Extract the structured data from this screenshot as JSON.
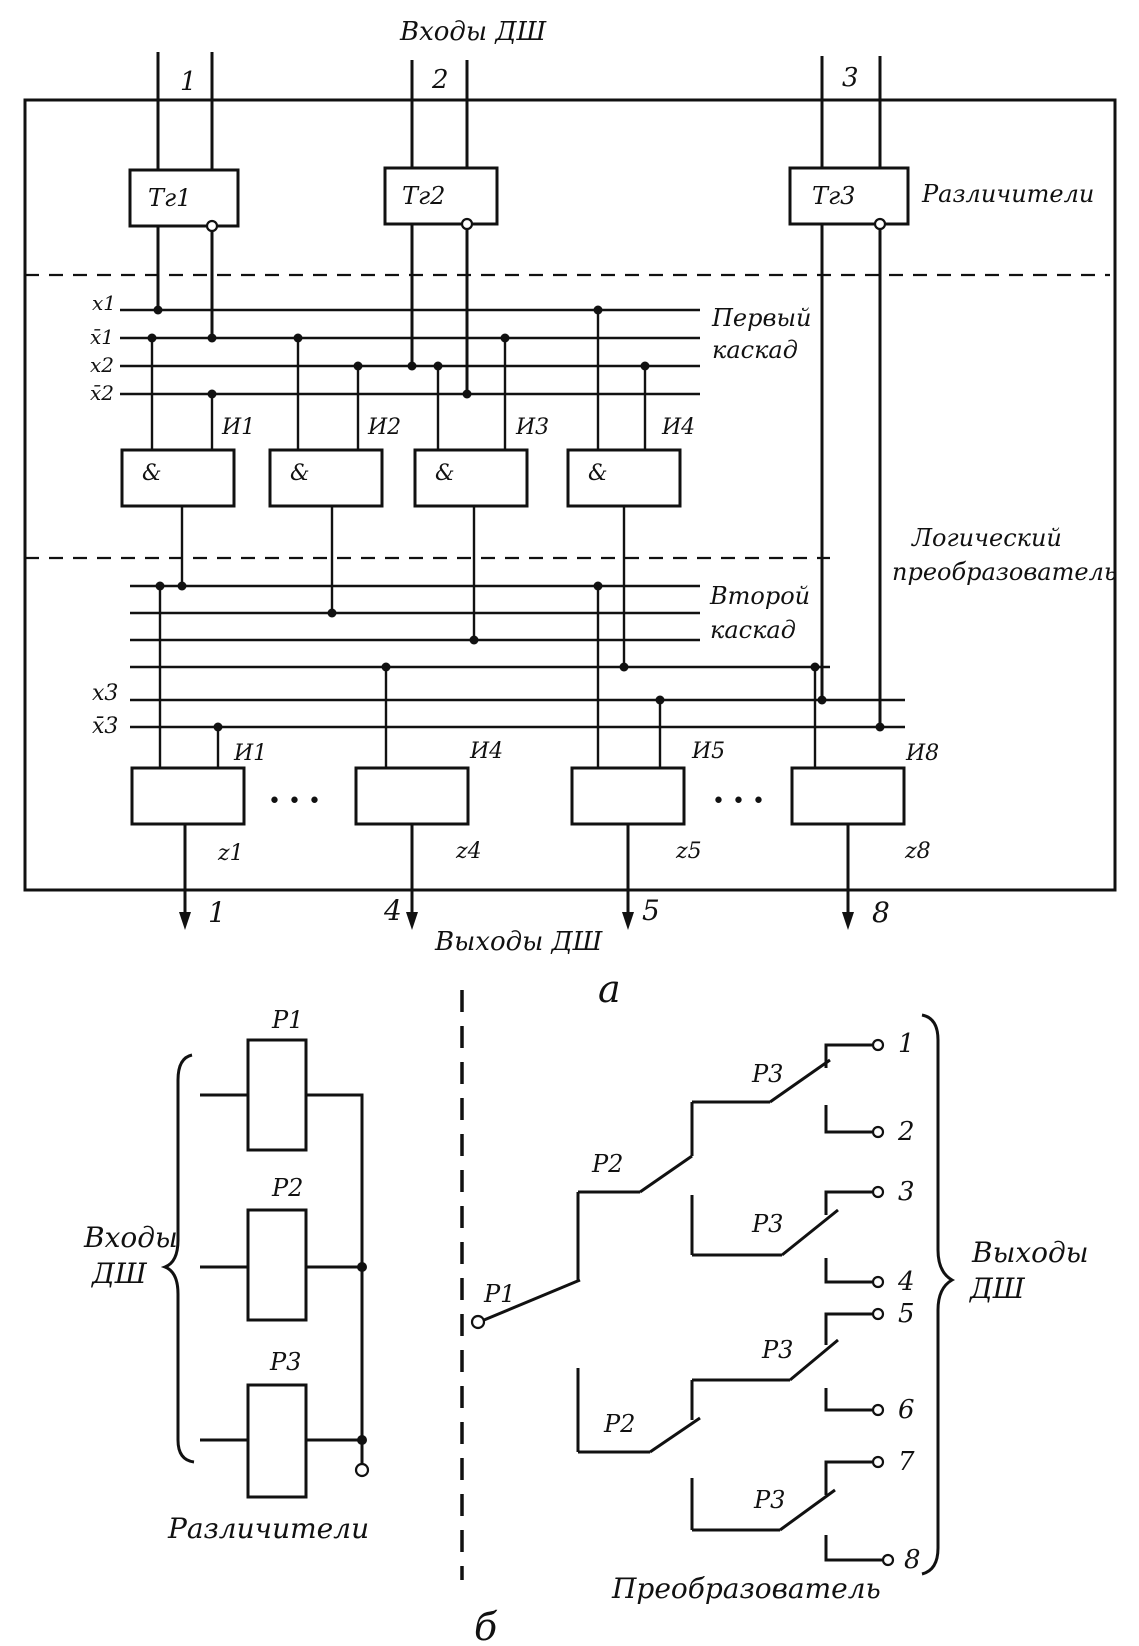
{
  "diagram_a": {
    "inputs_title": "Входы ДШ",
    "outputs_title": "Выходы ДШ",
    "caption": "а",
    "input_numbers": [
      "1",
      "2",
      "3"
    ],
    "output_numbers": [
      "1",
      "4",
      "5",
      "8"
    ],
    "triggers": [
      "Тг1",
      "Тг2",
      "Тг3"
    ],
    "discriminators_label": "Различители",
    "stage1_label": [
      "Первый",
      "каскад"
    ],
    "stage2_label": [
      "Второй",
      "каскад"
    ],
    "logic_label": [
      "Логический",
      "преобразователь"
    ],
    "bus_labels": [
      "x1",
      "x̄1",
      "x2",
      "x̄2"
    ],
    "bus3_labels": [
      "x3",
      "x̄3"
    ],
    "and_symbol": "&",
    "stage1_gates": [
      "И1",
      "И2",
      "И3",
      "И4"
    ],
    "stage2_gates": [
      "И1",
      "И4",
      "И5",
      "И8"
    ],
    "outputs_z": [
      "z1",
      "z4",
      "z5",
      "z8"
    ],
    "ellipsis": "• • •"
  },
  "diagram_b": {
    "caption": "б",
    "relays": [
      "Р1",
      "Р2",
      "Р3"
    ],
    "inputs_label": [
      "Входы",
      "ДШ"
    ],
    "discriminators_label": "Различители",
    "converter_label": "Преобразователь",
    "outputs_label": [
      "Выходы",
      "ДШ"
    ],
    "contact_labels": [
      "Р1",
      "Р2",
      "Р2",
      "Р3",
      "Р3",
      "Р3",
      "Р3"
    ],
    "output_numbers": [
      "1",
      "2",
      "3",
      "4",
      "5",
      "6",
      "7",
      "8"
    ]
  }
}
